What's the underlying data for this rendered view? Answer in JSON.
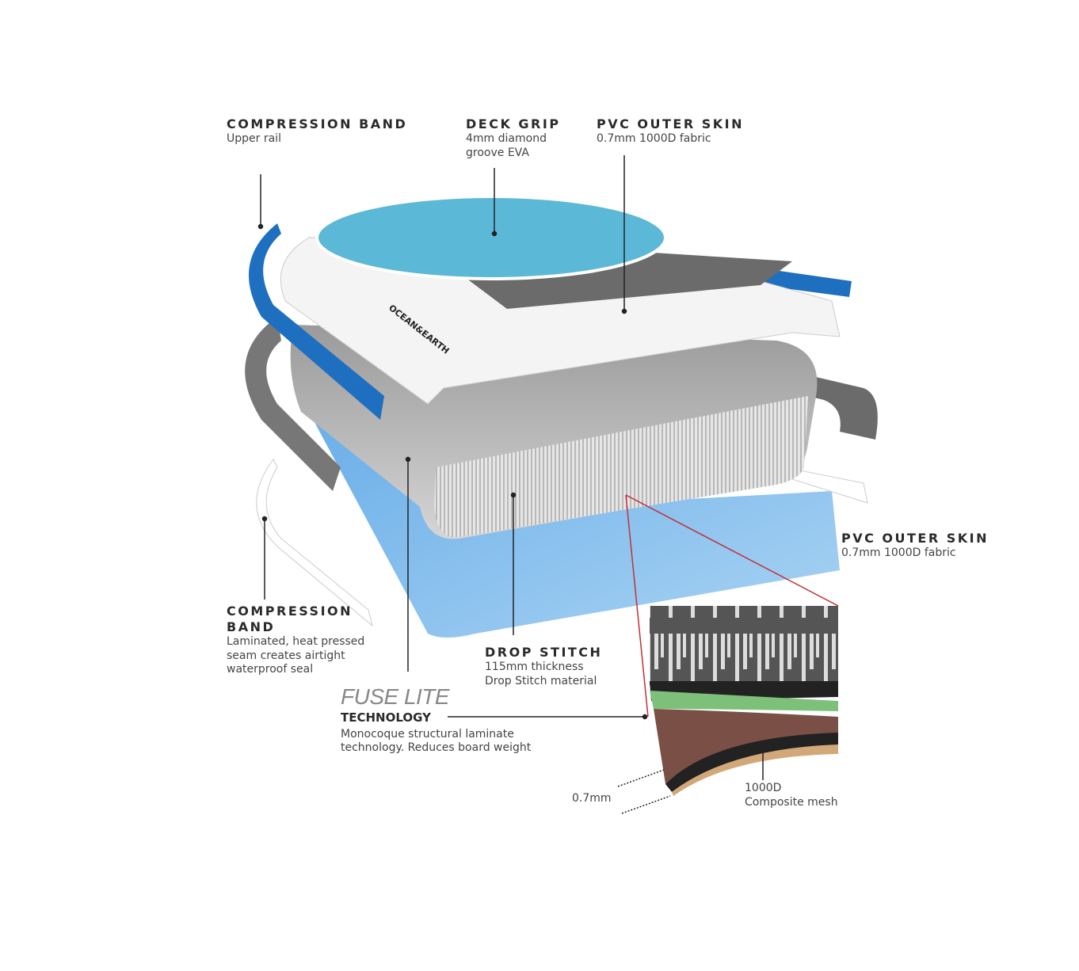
{
  "labels": {
    "compression_band_top": {
      "title": "COMPRESSION BAND",
      "sub": [
        "Upper rail"
      ]
    },
    "deck_grip": {
      "title": "DECK GRIP",
      "sub": [
        "4mm diamond",
        "groove EVA"
      ]
    },
    "pvc_outer_skin_top": {
      "title": "PVC OUTER SKIN",
      "sub": [
        "0.7mm 1000D fabric"
      ]
    },
    "pvc_outer_skin_bottom": {
      "title": "PVC OUTER SKIN",
      "sub": [
        "0.7mm 1000D fabric"
      ]
    },
    "compression_band_bottom": {
      "title": [
        "COMPRESSION",
        "BAND"
      ],
      "sub": [
        "Laminated, heat pressed",
        "seam creates airtight",
        "waterproof seal"
      ]
    },
    "drop_stitch": {
      "title": "DROP STITCH",
      "sub": [
        "115mm thickness",
        "Drop Stitch material"
      ]
    },
    "fuse_lite": {
      "title": "FUSE LITE",
      "subtitle": "TECHNOLOGY",
      "sub": [
        "Monocoque structural laminate",
        "technology. Reduces board weight"
      ]
    },
    "thickness": "0.7mm",
    "composite": {
      "title": "1000D",
      "sub": "Composite mesh"
    }
  },
  "brand_logo": "OCEAN&EARTH",
  "colors": {
    "deck_blue": "#5bb8d6",
    "rail_blue": "#1f6fc0",
    "bottom_blue": "#8cc3ec",
    "grey": "#6b6b6b",
    "callout_red": "#c0303a"
  }
}
